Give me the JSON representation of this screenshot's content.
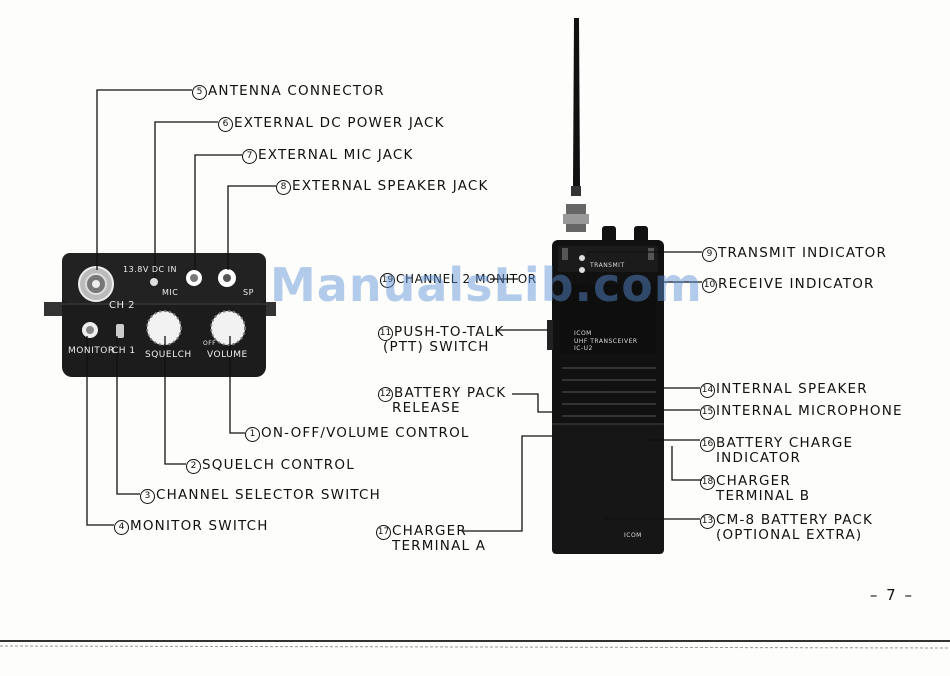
{
  "watermark": "ManualsLib.com",
  "page_number": "– 7 –",
  "labels": {
    "antenna_connector": "ANTENNA CONNECTOR",
    "external_dc_power_jack": "EXTERNAL DC POWER JACK",
    "external_mic_jack": "EXTERNAL MIC JACK",
    "external_speaker_jack": "EXTERNAL SPEAKER JACK",
    "on_off_volume_control": "ON-OFF/VOLUME CONTROL",
    "squelch_control": "SQUELCH CONTROL",
    "channel_selector_switch": "CHANNEL SELECTOR SWITCH",
    "monitor_switch": "MONITOR SWITCH",
    "transmit_indicator": "TRANSMIT INDICATOR",
    "receive_indicator": "RECEIVE INDICATOR",
    "channel_2_monitor": "CHANNEL 2 MONITOR",
    "ptt_switch_line1": "PUSH-TO-TALK",
    "ptt_switch_line2": "(PTT) SWITCH",
    "battery_pack_release_line1": "BATTERY PACK",
    "battery_pack_release_line2": "RELEASE",
    "internal_speaker": "INTERNAL SPEAKER",
    "internal_microphone": "INTERNAL MICROPHONE",
    "battery_charge_indicator_line1": "BATTERY CHARGE",
    "battery_charge_indicator_line2": "INDICATOR",
    "charger_terminal_b_line1": "CHARGER",
    "charger_terminal_b_line2": "TERMINAL B",
    "battery_pack_line1": "CM-8 BATTERY PACK",
    "battery_pack_line2": "(OPTIONAL EXTRA)",
    "charger_terminal_a_line1": "CHARGER",
    "charger_terminal_a_line2": "TERMINAL A"
  },
  "numbers": {
    "n1": "1",
    "n2": "2",
    "n3": "3",
    "n4": "4",
    "n5": "5",
    "n6": "6",
    "n7": "7",
    "n8": "8",
    "n9": "9",
    "n10": "10",
    "n11": "11",
    "n12": "12",
    "n13": "13",
    "n14": "14",
    "n15": "15",
    "n16": "16",
    "n17": "17",
    "n18": "18",
    "n19": "19"
  },
  "panel_text": {
    "dc_in": "13.8V DC IN",
    "mic": "MIC",
    "sp": "SP",
    "ch2": "CH 2",
    "monitor": "MONITOR",
    "ch1": "CH 1",
    "squelch": "SQUELCH",
    "volume": "VOLUME",
    "off": "OFF"
  },
  "radio_text": {
    "transmit": "TRANSMIT",
    "brand": "ICOM",
    "model_line1": "UHF TRANSCEIVER",
    "model_line2": "IC-U2",
    "pack_brand": "ICOM"
  }
}
